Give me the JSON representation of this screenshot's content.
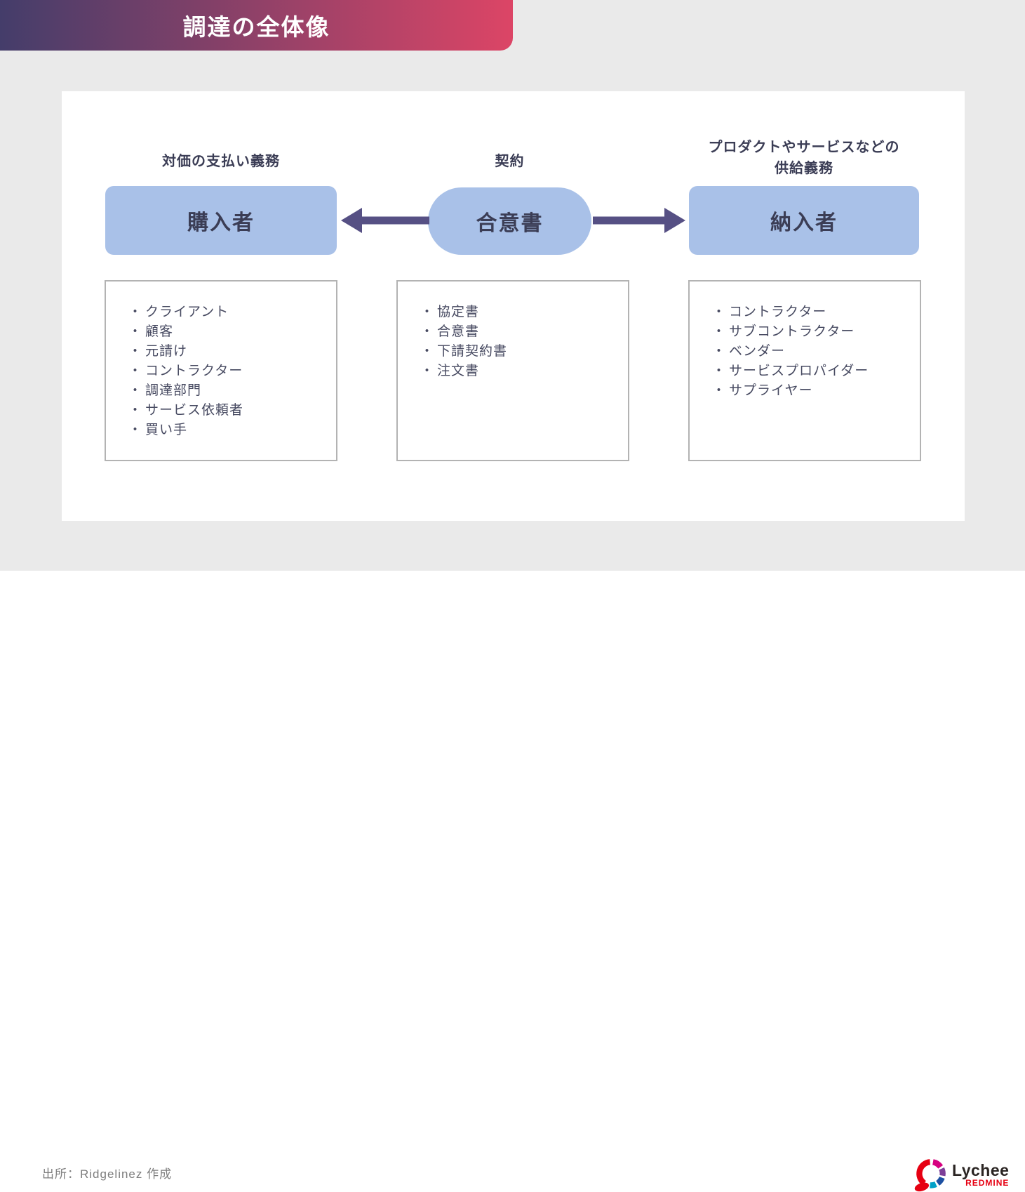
{
  "header": {
    "title": "調達の全体像"
  },
  "diagram": {
    "bullet": "・",
    "left": {
      "label": "対価の支払い義務",
      "node": "購入者",
      "items": [
        "クライアント",
        "顧客",
        "元請け",
        "コントラクター",
        "調達部門",
        "サービス依頼者",
        "買い手"
      ]
    },
    "center": {
      "label": "契約",
      "node": "合意書",
      "items": [
        "協定書",
        "合意書",
        "下請契約書",
        "注文書"
      ]
    },
    "right": {
      "label_line1": "プロダクトやサービスなどの",
      "label_line2": "供給義務",
      "node": "納入者",
      "items": [
        "コントラクター",
        "サブコントラクター",
        "ベンダー",
        "サービスプロパイダー",
        "サプライヤー"
      ]
    }
  },
  "footer": {
    "source": "出所：Ridgelinez 作成",
    "logo": {
      "name": "Lychee",
      "sub": "REDMINE"
    }
  },
  "colors": {
    "header_gradient_start": "#443d6a",
    "header_gradient_end": "#dc4566",
    "node_fill": "#a9c1e8",
    "arrow": "#565084",
    "text_dark": "#3b3d55",
    "list_text": "#474a61",
    "list_border": "#b3b3b3",
    "page_bg": "#eaeaea",
    "title_text": "#ffffff",
    "source_text": "#7d7d7d",
    "logo_text": "#2b2523",
    "logo_red": "#e60012"
  }
}
